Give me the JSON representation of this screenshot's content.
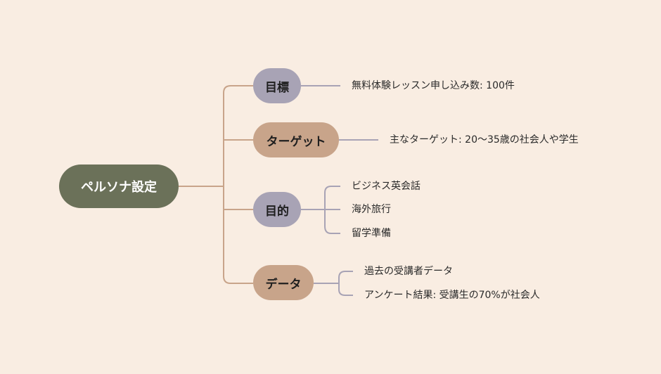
{
  "root": {
    "label": "ペルソナ設定"
  },
  "branches": [
    {
      "label": "目標",
      "leaves": [
        "無料体験レッスン申し込み数: 100件"
      ]
    },
    {
      "label": "ターゲット",
      "leaves": [
        "主なターゲット: 20〜35歳の社会人や学生"
      ]
    },
    {
      "label": "目的",
      "leaves": [
        "ビジネス英会話",
        "海外旅行",
        "留学準備"
      ]
    },
    {
      "label": "データ",
      "leaves": [
        "過去の受講者データ",
        "アンケート結果: 受講生の70%が社会人"
      ]
    }
  ],
  "colors": {
    "background": "#f9ede2",
    "root_fill": "#6b7159",
    "purple_node": "#a8a3b5",
    "tan_node": "#c8a48a",
    "tan_line": "#c8a48a",
    "purple_line": "#a8a3b5"
  }
}
